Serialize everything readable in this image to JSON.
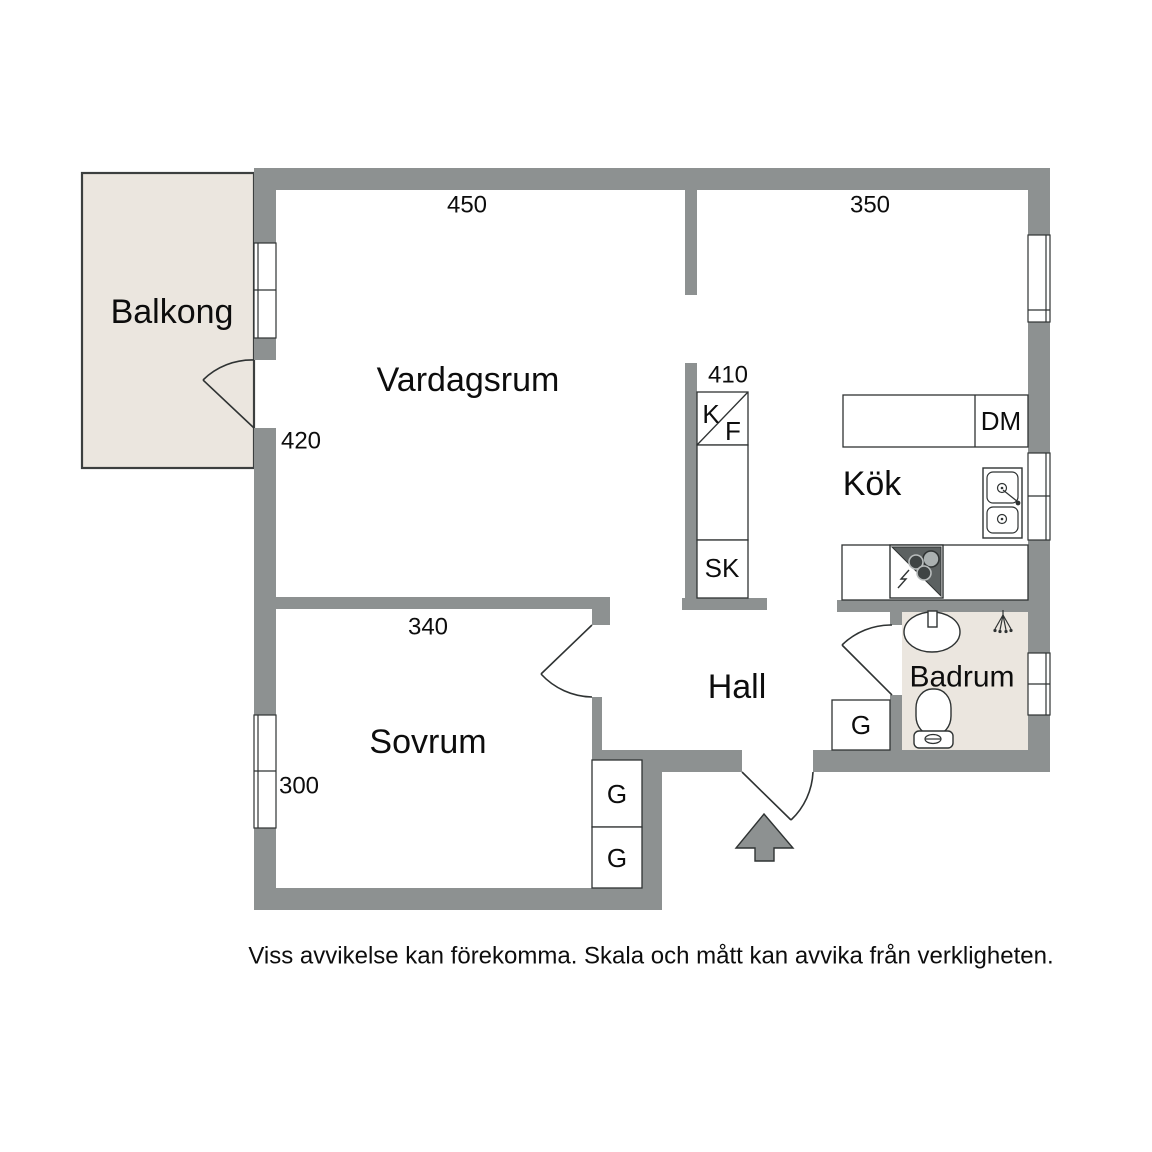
{
  "plan": {
    "labels": {
      "balkong": "Balkong",
      "vardagsrum": "Vardagsrum",
      "kok": "Kök",
      "hall": "Hall",
      "sovrum": "Sovrum",
      "badrum": "Badrum"
    },
    "dimensions": {
      "vardagsrum_width": "450",
      "kok_width": "350",
      "vardagsrum_height": "420",
      "closet_wall": "410",
      "sovrum_width": "340",
      "sovrum_height": "300"
    },
    "fixtures": {
      "fridge": "K",
      "freezer": "F",
      "cabinet": "SK",
      "dishwasher": "DM",
      "wardrobe_hall": "G",
      "wardrobe_sovrum_1": "G",
      "wardrobe_sovrum_2": "G"
    },
    "colors": {
      "wall": "#8d9191",
      "line": "#2f3333",
      "area": "#ebe6df"
    }
  },
  "footer": {
    "disclaimer": "Viss avvikelse kan förekomma. Skala och mått kan avvika från verkligheten."
  }
}
